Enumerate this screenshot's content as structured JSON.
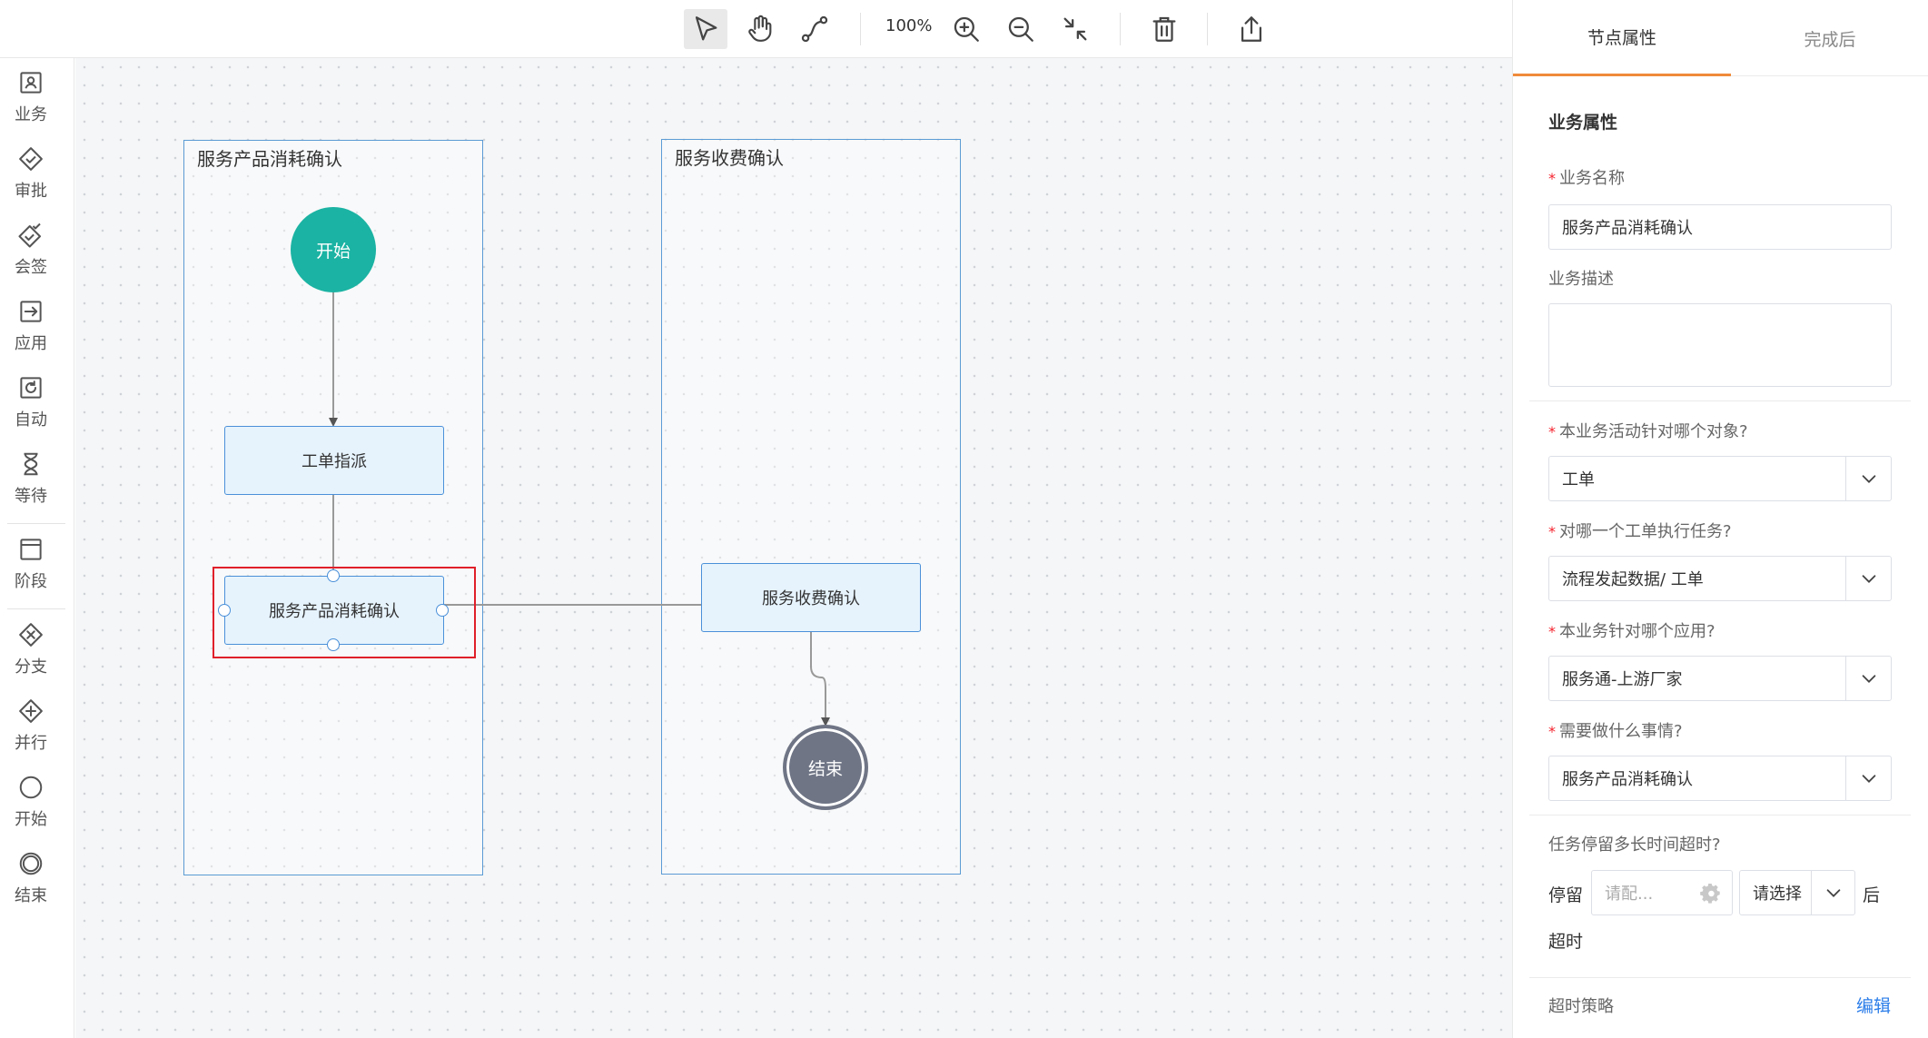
{
  "toolbar": {
    "zoom": "100%",
    "tools": [
      "select-tool",
      "hand-tool",
      "connect-tool",
      "zoom-in",
      "zoom-out",
      "fit-view",
      "delete",
      "export"
    ]
  },
  "palette": {
    "items": [
      {
        "label": "业务",
        "icon": "business-icon"
      },
      {
        "label": "审批",
        "icon": "approval-icon"
      },
      {
        "label": "会签",
        "icon": "countersign-icon"
      },
      {
        "label": "应用",
        "icon": "application-icon"
      },
      {
        "label": "自动",
        "icon": "automatic-icon"
      },
      {
        "label": "等待",
        "icon": "hourglass-icon"
      },
      {
        "label": "阶段",
        "icon": "stage-icon"
      },
      {
        "label": "分支",
        "icon": "branch-icon"
      },
      {
        "label": "并行",
        "icon": "parallel-icon"
      },
      {
        "label": "开始",
        "icon": "start-circle-icon"
      },
      {
        "label": "结束",
        "icon": "end-circle-icon"
      }
    ]
  },
  "canvas": {
    "lanes": [
      {
        "title": "服务产品消耗确认"
      },
      {
        "title": "服务收费确认"
      }
    ],
    "nodes": {
      "start": "开始",
      "dispatch": "工单指派",
      "consume_confirm": "服务产品消耗确认",
      "fee_confirm": "服务收费确认",
      "end": "结束"
    }
  },
  "panel": {
    "tabs": [
      {
        "label": "节点属性",
        "active": true
      },
      {
        "label": "完成后",
        "active": false
      }
    ],
    "section_title": "业务属性",
    "business_name": {
      "label": "业务名称",
      "required": true,
      "value": "服务产品消耗确认"
    },
    "business_desc": {
      "label": "业务描述",
      "value": ""
    },
    "target_object": {
      "label": "本业务活动针对哪个对象?",
      "value": "工单"
    },
    "target_workorder": {
      "label": "对哪一个工单执行任务?",
      "value": "流程发起数据/ 工单"
    },
    "target_app": {
      "label": "本业务针对哪个应用?",
      "value": "服务通-上游厂家"
    },
    "todo": {
      "label": "需要做什么事情?",
      "value": "服务产品消耗确认"
    },
    "timeout": {
      "label": "任务停留多长时间超时?",
      "stay_prefix": "停留",
      "stay_placeholder": "请配...",
      "unit_value": "请选择",
      "after": "后",
      "timeout_word": "超时"
    },
    "timeout_policy": {
      "label": "超时策略",
      "action": "编辑"
    }
  },
  "colors": {
    "accent_tab": "#f08b3a",
    "start_node": "#1bb3a3",
    "end_node": "#6f7585",
    "selection": "#e0202a",
    "link": "#2b7de9"
  }
}
